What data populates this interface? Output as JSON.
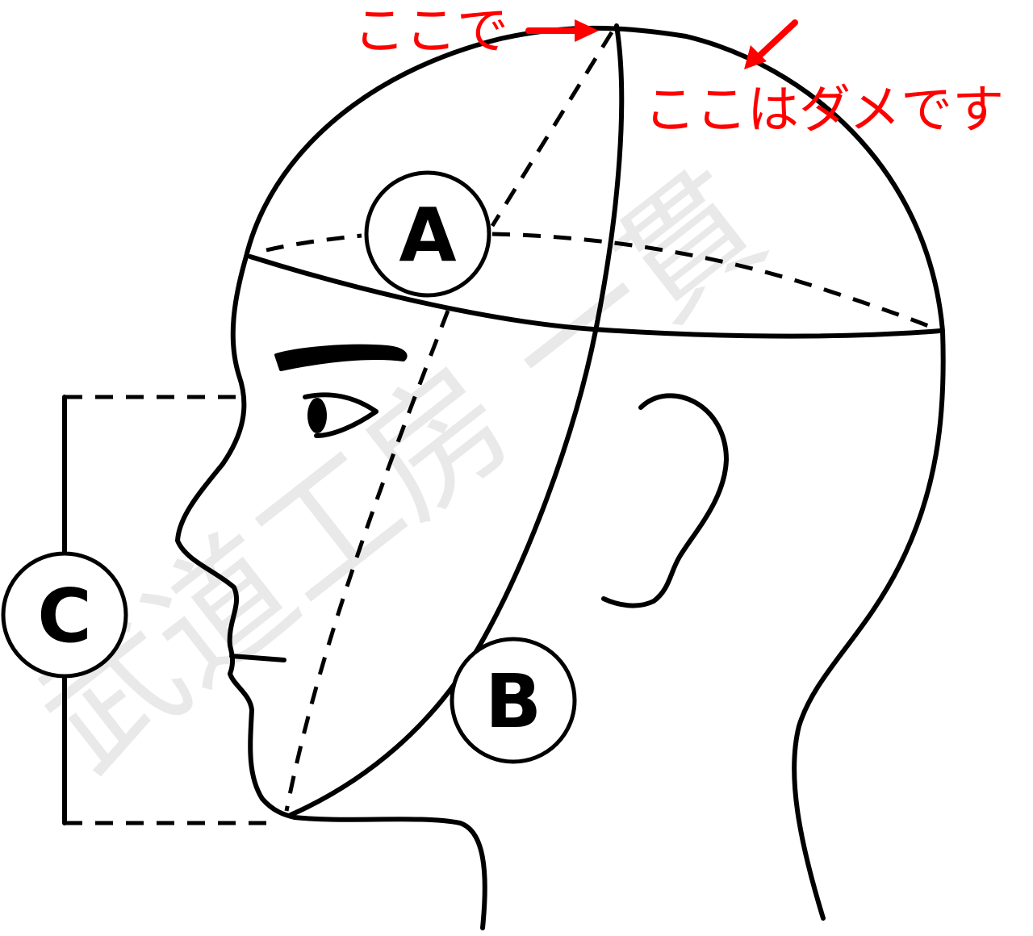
{
  "annotations": {
    "here_label": "ここで",
    "not_here_label": "ここはダメです",
    "color": "#ff0000"
  },
  "markers": {
    "a": "A",
    "b": "B",
    "c": "C"
  },
  "watermark": {
    "text": "武道工房 一貫",
    "color": "#e9e9e9"
  },
  "colors": {
    "line": "#000000",
    "background": "#ffffff"
  }
}
